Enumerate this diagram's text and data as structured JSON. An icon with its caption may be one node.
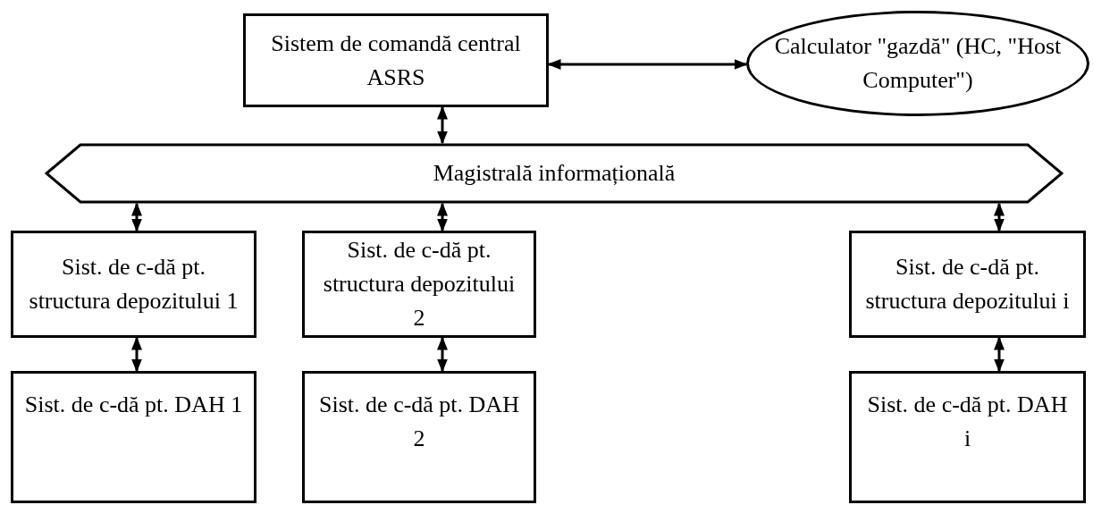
{
  "diagram": {
    "nodes": [
      {
        "text": [
          "Sistem de comandă central ASRS"
        ]
      },
      {
        "text": [
          "Calculator \"gazdă\" (HC, \"Host Computer\")"
        ]
      },
      {
        "text": [
          "Magistrală informațională"
        ]
      },
      {
        "text": [
          "Sist. de c-dă pt. structura depozitului 1"
        ]
      },
      {
        "text": [
          "Sist. de c-dă pt. structura depozitului 2"
        ]
      },
      {
        "text": [
          "Sist. de c-dă pt. structura depozitului i"
        ]
      },
      {
        "text": [
          "Sist. de c-dă pt. DAH 1"
        ]
      },
      {
        "text": [
          "Sist. de c-dă pt. DAH 2"
        ]
      },
      {
        "text": [
          "Sist. de c-dă pt. DAH i"
        ]
      }
    ],
    "edges": [
      {
        "from": 0,
        "to": 1,
        "arrow": "both"
      },
      {
        "from": 0,
        "to": 2,
        "arrow": "both"
      },
      {
        "from": 2,
        "to": 3,
        "arrow": "both"
      },
      {
        "from": 2,
        "to": 4,
        "arrow": "both"
      },
      {
        "from": 2,
        "to": 5,
        "arrow": "both"
      },
      {
        "from": 3,
        "to": 6,
        "arrow": "both"
      },
      {
        "from": 4,
        "to": 7,
        "arrow": "both"
      },
      {
        "from": 5,
        "to": 8,
        "arrow": "both"
      }
    ]
  }
}
